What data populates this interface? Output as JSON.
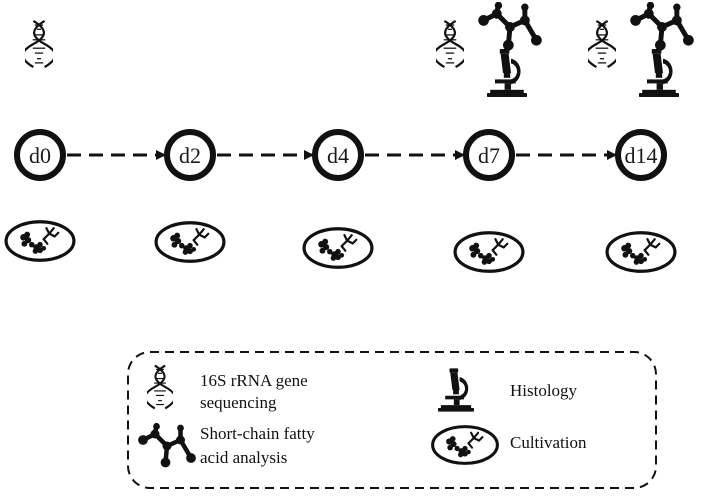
{
  "timeline": {
    "nodes": [
      {
        "id": "d0",
        "label": "d0",
        "icons": [
          "dna-icon"
        ]
      },
      {
        "id": "d2",
        "label": "d2",
        "icons": []
      },
      {
        "id": "d4",
        "label": "d4",
        "icons": []
      },
      {
        "id": "d7",
        "label": "d7",
        "icons": [
          "dna-icon",
          "molecule-icon",
          "microscope-icon"
        ]
      },
      {
        "id": "d14",
        "label": "d14",
        "icons": [
          "dna-icon",
          "molecule-icon",
          "microscope-icon"
        ]
      }
    ],
    "cultivation_row": [
      "d0",
      "d2",
      "d4",
      "d7",
      "d14"
    ]
  },
  "legend": {
    "items": [
      {
        "icon": "dna-icon",
        "lines": [
          "16S rRNA gene",
          "sequencing"
        ]
      },
      {
        "icon": "molecule-icon",
        "lines": [
          "Short-chain fatty",
          "acid analysis"
        ]
      },
      {
        "icon": "microscope-icon",
        "lines": [
          "Histology"
        ]
      },
      {
        "icon": "petri-dish-icon",
        "lines": [
          "Cultivation"
        ]
      }
    ]
  },
  "colors": {
    "stroke": "#111111",
    "background": "#ffffff"
  }
}
